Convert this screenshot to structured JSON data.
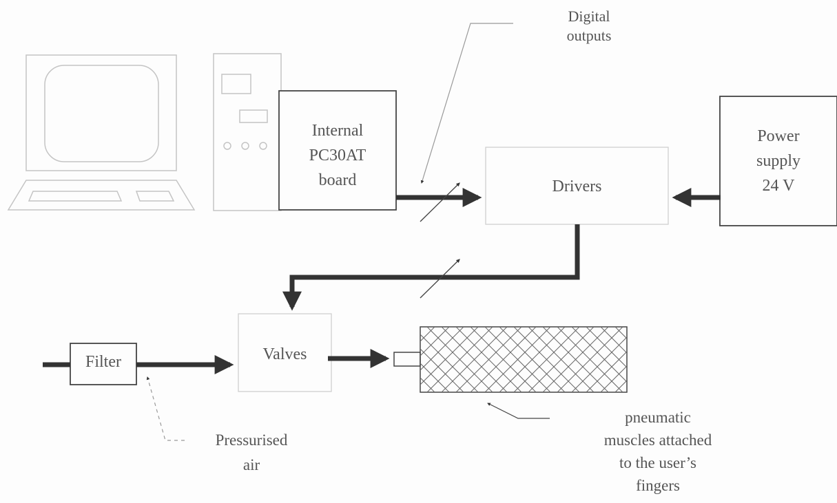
{
  "labels": {
    "digital_outputs": [
      "Digital",
      "outputs"
    ],
    "board": [
      "Internal",
      "PC30AT",
      "board"
    ],
    "drivers": "Drivers",
    "power_supply": [
      "Power",
      "supply",
      "24 V"
    ],
    "filter": "Filter",
    "valves": "Valves",
    "pressurised_air": [
      "Pressurised",
      "air"
    ],
    "muscles": [
      "pneumatic",
      "muscles attached",
      "to the user’s",
      "fingers"
    ]
  },
  "colors": {
    "line": "#333333",
    "box_faint": "#cfcfcf",
    "box_dark": "#444444",
    "text": "#555555"
  }
}
